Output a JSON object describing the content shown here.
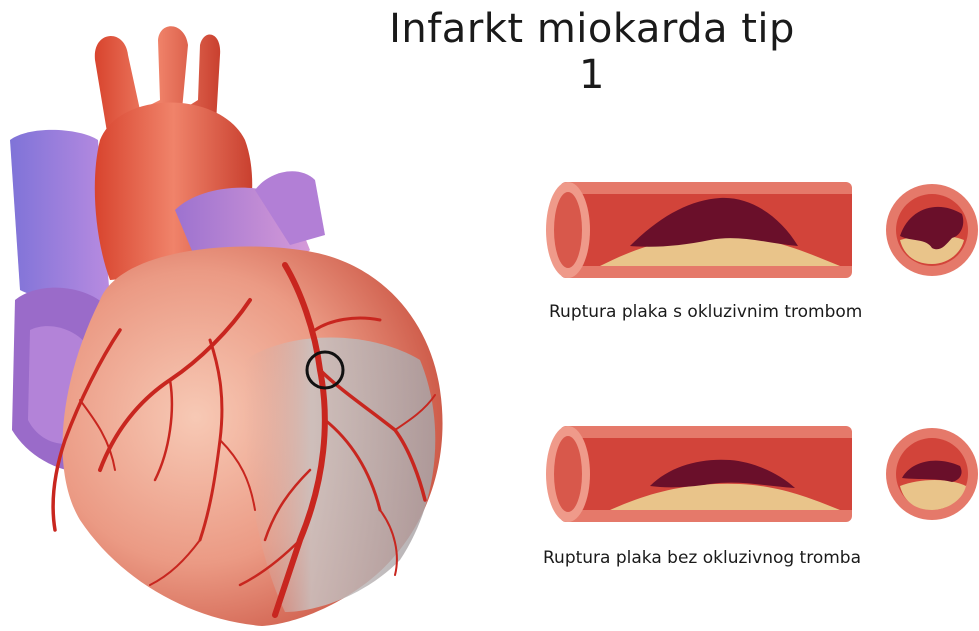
{
  "title": "Infarkt miokarda tip 1",
  "panels": [
    {
      "caption": "Ruptura plaka s okluzivnim trombom"
    },
    {
      "caption": "Ruptura plaka bez okluzivnog tromba"
    }
  ],
  "colors": {
    "heart": "#e8806b",
    "artery": "#c8261f",
    "vein": "#8d6fd6",
    "plaque": "#e9c48a",
    "thrombus": "#6a0f2a",
    "vessel_wall": "#e5796a"
  }
}
